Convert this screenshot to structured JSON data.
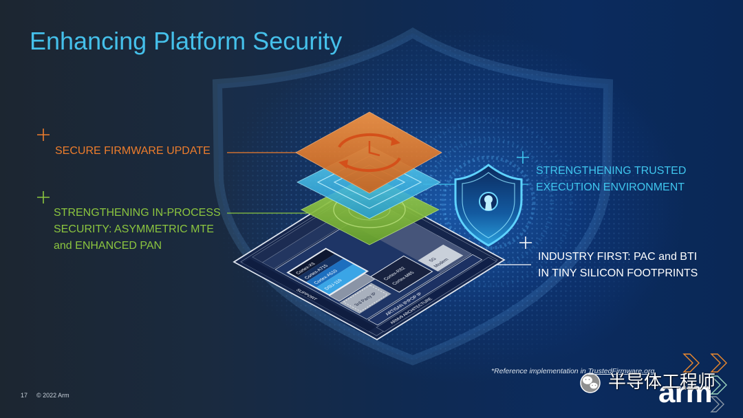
{
  "slide": {
    "title": "Enhancing Platform Security",
    "page_number": "17",
    "copyright": "© 2022 Arm"
  },
  "callouts": {
    "firmware": {
      "lines": [
        "SECURE FIRMWARE UPDATE"
      ]
    },
    "in_process": {
      "lines": [
        "STRENGTHENING IN-PROCESS",
        "SECURITY: ASYMMETRIC MTE",
        "and ENHANCED PAN"
      ]
    },
    "trusted": {
      "lines": [
        "STRENGTHENING TRUSTED",
        "EXECUTION ENVIRONMENT"
      ]
    },
    "pac_bti": {
      "lines": [
        "INDUSTRY FIRST: PAC and BTI",
        "IN TINY SILICON FOOTPRINTS"
      ]
    }
  },
  "chip": {
    "cpu_cores": [
      "Cortex-X3",
      "Cortex-A715",
      "Cortex-A510",
      "DSU-110"
    ],
    "third_party": "3rd Party IP",
    "realtime_cores": [
      "Cortex-R82",
      "Cortex-M85"
    ],
    "modem": [
      "5G",
      "Modem"
    ],
    "physical_ip": "ARTISAN IP/POP IP",
    "architecture": "ARMv9 ARCHITECTURE",
    "support": "SUPPORT"
  },
  "footnote": {
    "text": "*Reference implementation in ",
    "link": "TrustedFirmware.org"
  },
  "logo": {
    "text": "arm"
  },
  "watermark": {
    "text": "半导体工程师",
    "icon": "wechat-icon"
  },
  "icons": {
    "callout_marker": "plus-icon",
    "firmware_layer": "update-arrows-icon",
    "trusted_env": "shield-lock-icon",
    "brand_marks": "chevron-right-icon"
  },
  "colors": {
    "title": "#45c0ea",
    "firmware": "#ee7d2c",
    "in_process": "#8cc63f",
    "trusted": "#3fc6ee",
    "pac_bti": "#ffffff",
    "background": "#0b2b5e"
  }
}
